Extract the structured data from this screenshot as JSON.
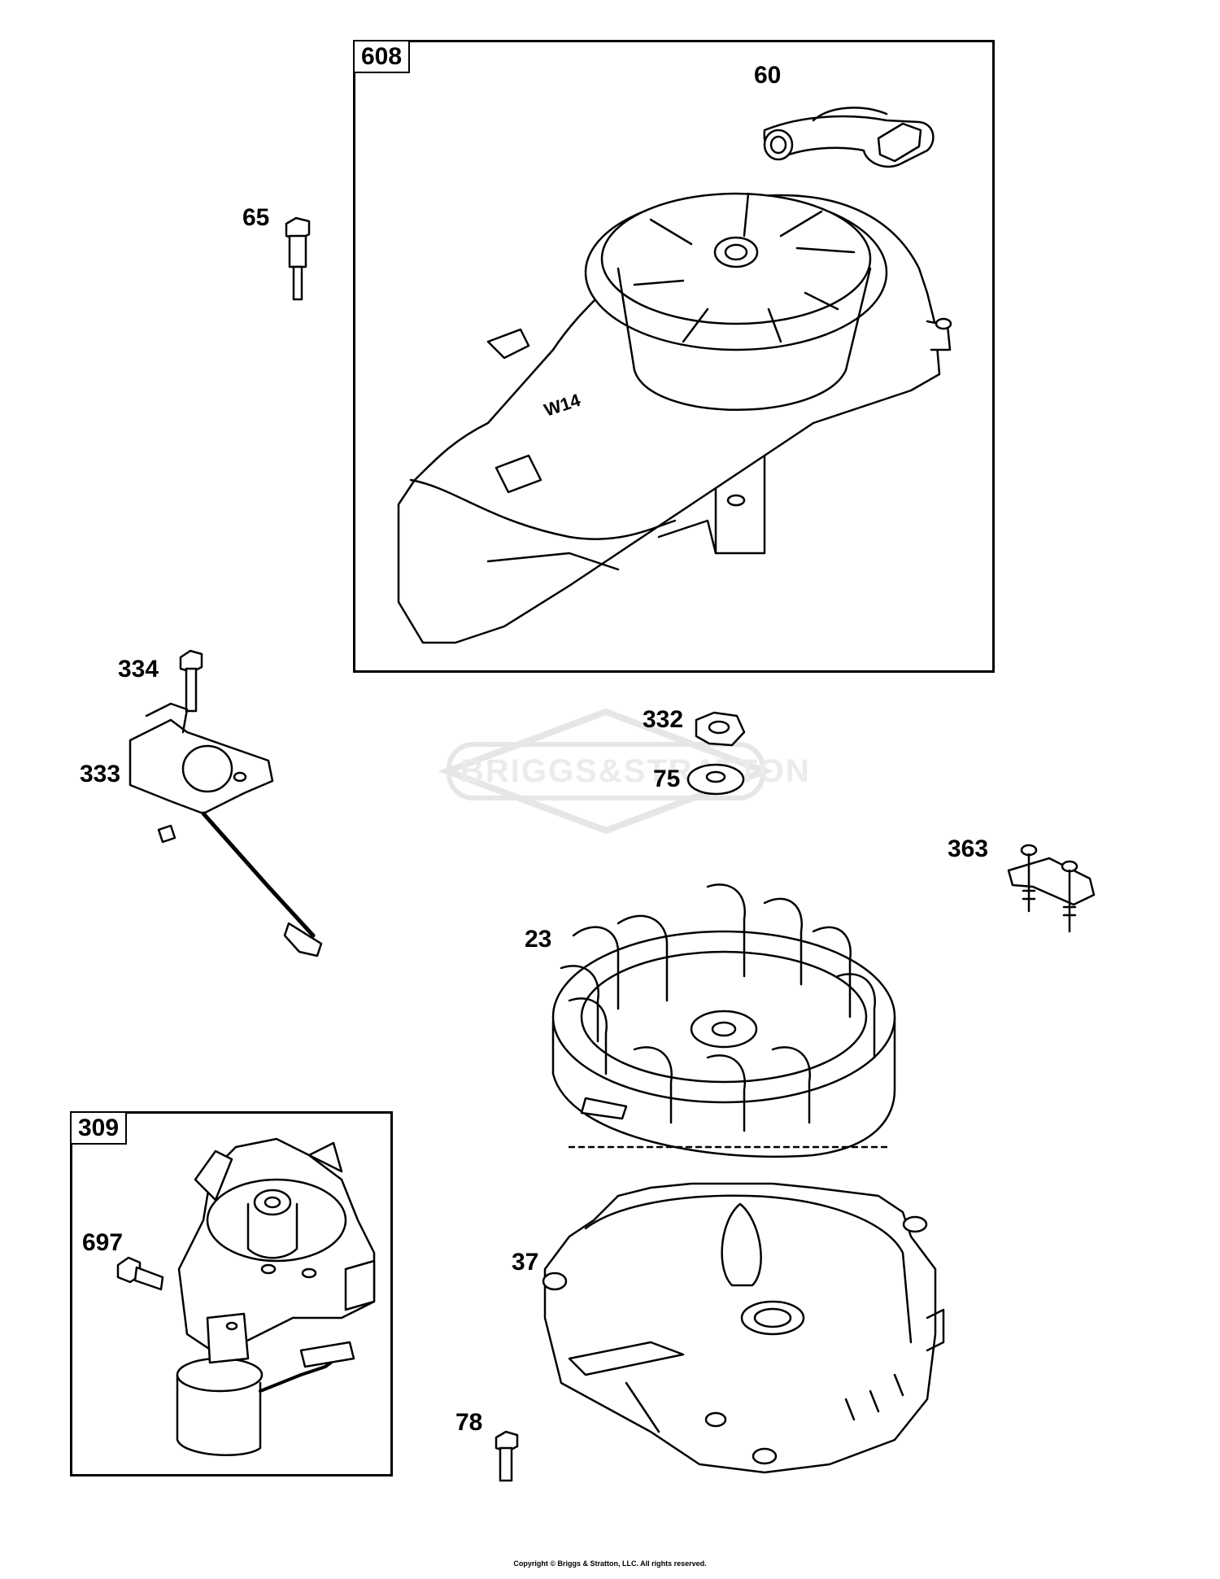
{
  "diagram": {
    "groups": [
      {
        "id": "608",
        "label": "608"
      },
      {
        "id": "309",
        "label": "309"
      }
    ],
    "callouts": {
      "c60": "60",
      "c65": "65",
      "c334": "334",
      "c333": "333",
      "c332": "332",
      "c75": "75",
      "c363": "363",
      "c23": "23",
      "c697": "697",
      "c37": "37",
      "c78": "78"
    },
    "part_marking": "W14",
    "watermark": "BRIGGS&STRATTON",
    "copyright": "Copyright © Briggs & Stratton, LLC. All rights reserved."
  },
  "colors": {
    "line": "#000000",
    "watermark": "#e6e6e6",
    "background": "#ffffff"
  }
}
